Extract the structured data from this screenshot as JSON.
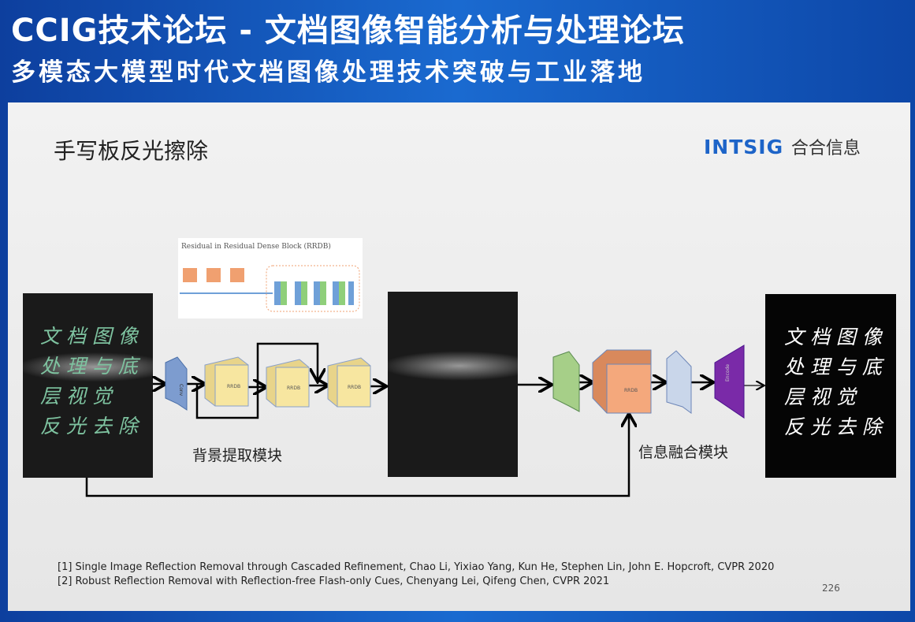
{
  "header": {
    "title": "CCIG技术论坛 - 文档图像智能分析与处理论坛",
    "subtitle": "多模态大模型时代文档图像处理技术突破与工业落地"
  },
  "slide": {
    "title": "手写板反光擦除",
    "logo": {
      "brand": "INTSIG",
      "chinese": "合合信息"
    },
    "inset_title": "Residual in Residual Dense Block (RRDB)",
    "input_text": [
      "文 档 图 像",
      "处 理 与 底",
      "层 视 觉",
      "反 光 去 除"
    ],
    "output_text": [
      "文 档 图 像",
      "处 理 与 底",
      "层 视 觉",
      "反 光 去 除"
    ],
    "labels": {
      "conv": "Conv",
      "rrdb": "RRDB",
      "encode": "Encode",
      "background_module": "背景提取模块",
      "fusion_module": "信息融合模块"
    },
    "references": [
      "[1] Single Image Reflection Removal through Cascaded Refinement, Chao Li, Yixiao Yang, Kun He, Stephen Lin, John E. Hopcroft, CVPR 2020",
      "[2] Robust Reflection Removal with Reflection-free Flash-only Cues, Chenyang Lei, Qifeng Chen, CVPR 2021"
    ],
    "page_number": "226",
    "colors": {
      "accent": "#1d64c8",
      "rrdb_yellow": "#f7e6a0",
      "rrdb_orange": "#f4a87c",
      "conv_blue": "#7d9ccf",
      "conv_green": "#a6cf88",
      "encode_purple": "#7a2aa8"
    }
  }
}
